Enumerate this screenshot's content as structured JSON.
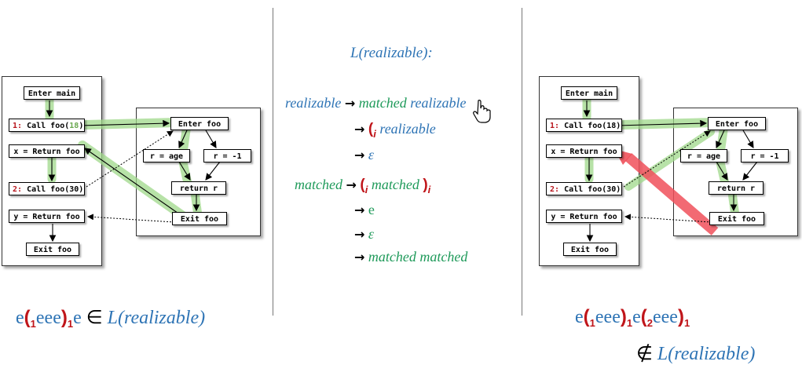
{
  "left_diagram": {
    "main_nodes": {
      "enter_main": "Enter main",
      "call1_prefix": "1:",
      "call1_text": " Call foo(",
      "call1_arg": "18",
      "call1_close": ")",
      "return1": "x = Return foo",
      "call2_prefix": "2:",
      "call2_text": " Call foo(30)",
      "return2": "y = Return foo",
      "exit_main": "Exit foo"
    },
    "foo_nodes": {
      "enter_foo": "Enter foo",
      "r_age": "r = age",
      "r_neg": "r = -1",
      "return_r": "return r",
      "exit_foo": "Exit foo"
    }
  },
  "right_diagram": {
    "main_nodes": {
      "enter_main": "Enter main",
      "call1_prefix": "1:",
      "call1_text": " Call foo(18)",
      "return1": "x = Return foo",
      "call2_prefix": "2:",
      "call2_text": " Call foo(30)",
      "return2": "y = Return foo",
      "exit_main": "Exit foo"
    },
    "foo_nodes": {
      "enter_foo": "Enter foo",
      "r_age": "r = age",
      "r_neg": "r = -1",
      "return_r": "return r",
      "exit_foo": "Exit foo"
    }
  },
  "grammar": {
    "title": "L(realizable):",
    "rule1_lhs": "realizable",
    "rule1_rhs_a": "matched",
    "rule1_rhs_b": "realizable",
    "rule2_paren": "(",
    "rule2_sub": "i",
    "rule2_rhs": "realizable",
    "rule3": "ε",
    "rule4_lhs": "matched",
    "rule4_open": "(",
    "rule4_sub": "i",
    "rule4_mid": "matched",
    "rule4_close": ")",
    "rule4_close_sub": "i",
    "rule5": "e",
    "rule6": "ε",
    "rule7": "matched matched",
    "arrow": "→"
  },
  "left_formula": {
    "e1": "e",
    "open": "(",
    "sub_open": "1",
    "eee": "eee",
    "close": ")",
    "sub_close": "1",
    "e2": "e",
    "member": "∈",
    "lang": "L(realizable)"
  },
  "right_formula": {
    "e1": "e",
    "open1": "(",
    "sub_open1": "1",
    "eee1": "eee",
    "close1": ")",
    "sub_close1": "1",
    "e2": "e",
    "open2": "(",
    "sub_open2": "2",
    "eee2": "eee",
    "close2": ")",
    "sub_close2": "1",
    "not_member": "∉",
    "lang": "L(realizable)"
  },
  "colors": {
    "green_highlight": "#9fd88a",
    "red_highlight": "#f0505a",
    "blue_text": "#2e74b5",
    "green_text": "#1f9a5a",
    "red_label": "#b8161d"
  }
}
